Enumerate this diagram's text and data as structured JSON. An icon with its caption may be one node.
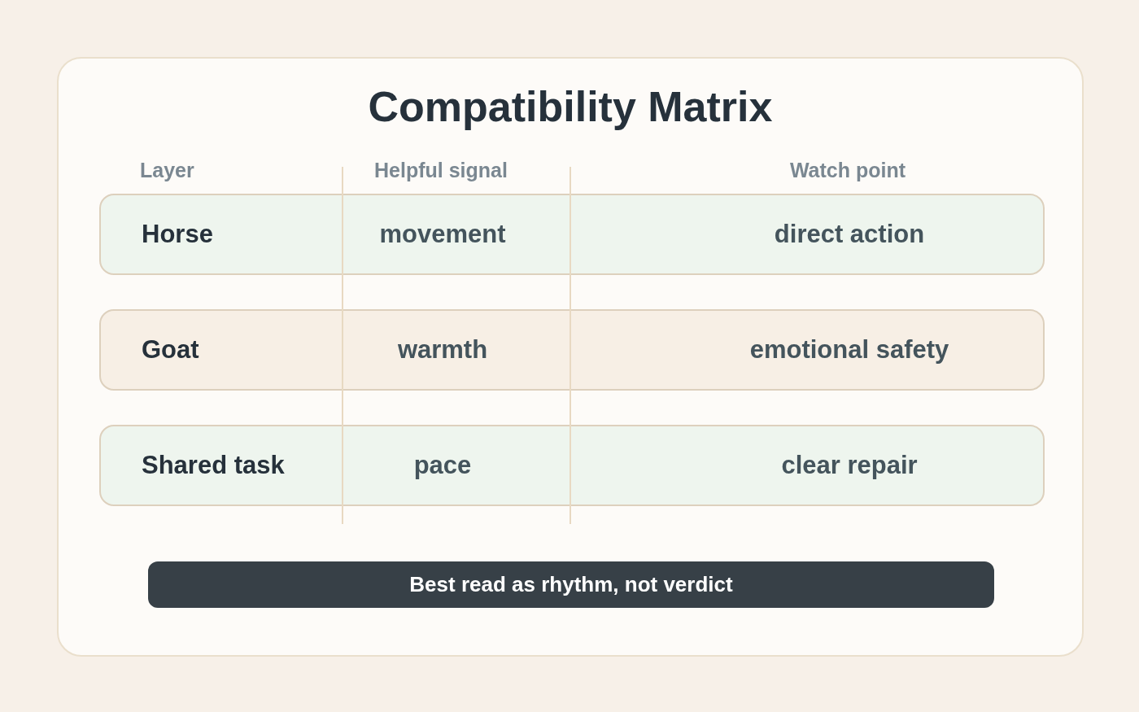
{
  "diagram": {
    "title": "Compatibility Matrix",
    "nodes": [
      {
        "text": [
          "Horse",
          "movement",
          "direct action"
        ]
      },
      {
        "text": [
          "Goat",
          "warmth",
          "emotional safety"
        ]
      },
      {
        "text": [
          "Shared task",
          "pace",
          "clear repair"
        ]
      },
      {
        "text": [
          "Best read as rhythm, not verdict"
        ]
      }
    ],
    "labels": [
      "Layer",
      "Helpful signal",
      "Watch point"
    ]
  }
}
